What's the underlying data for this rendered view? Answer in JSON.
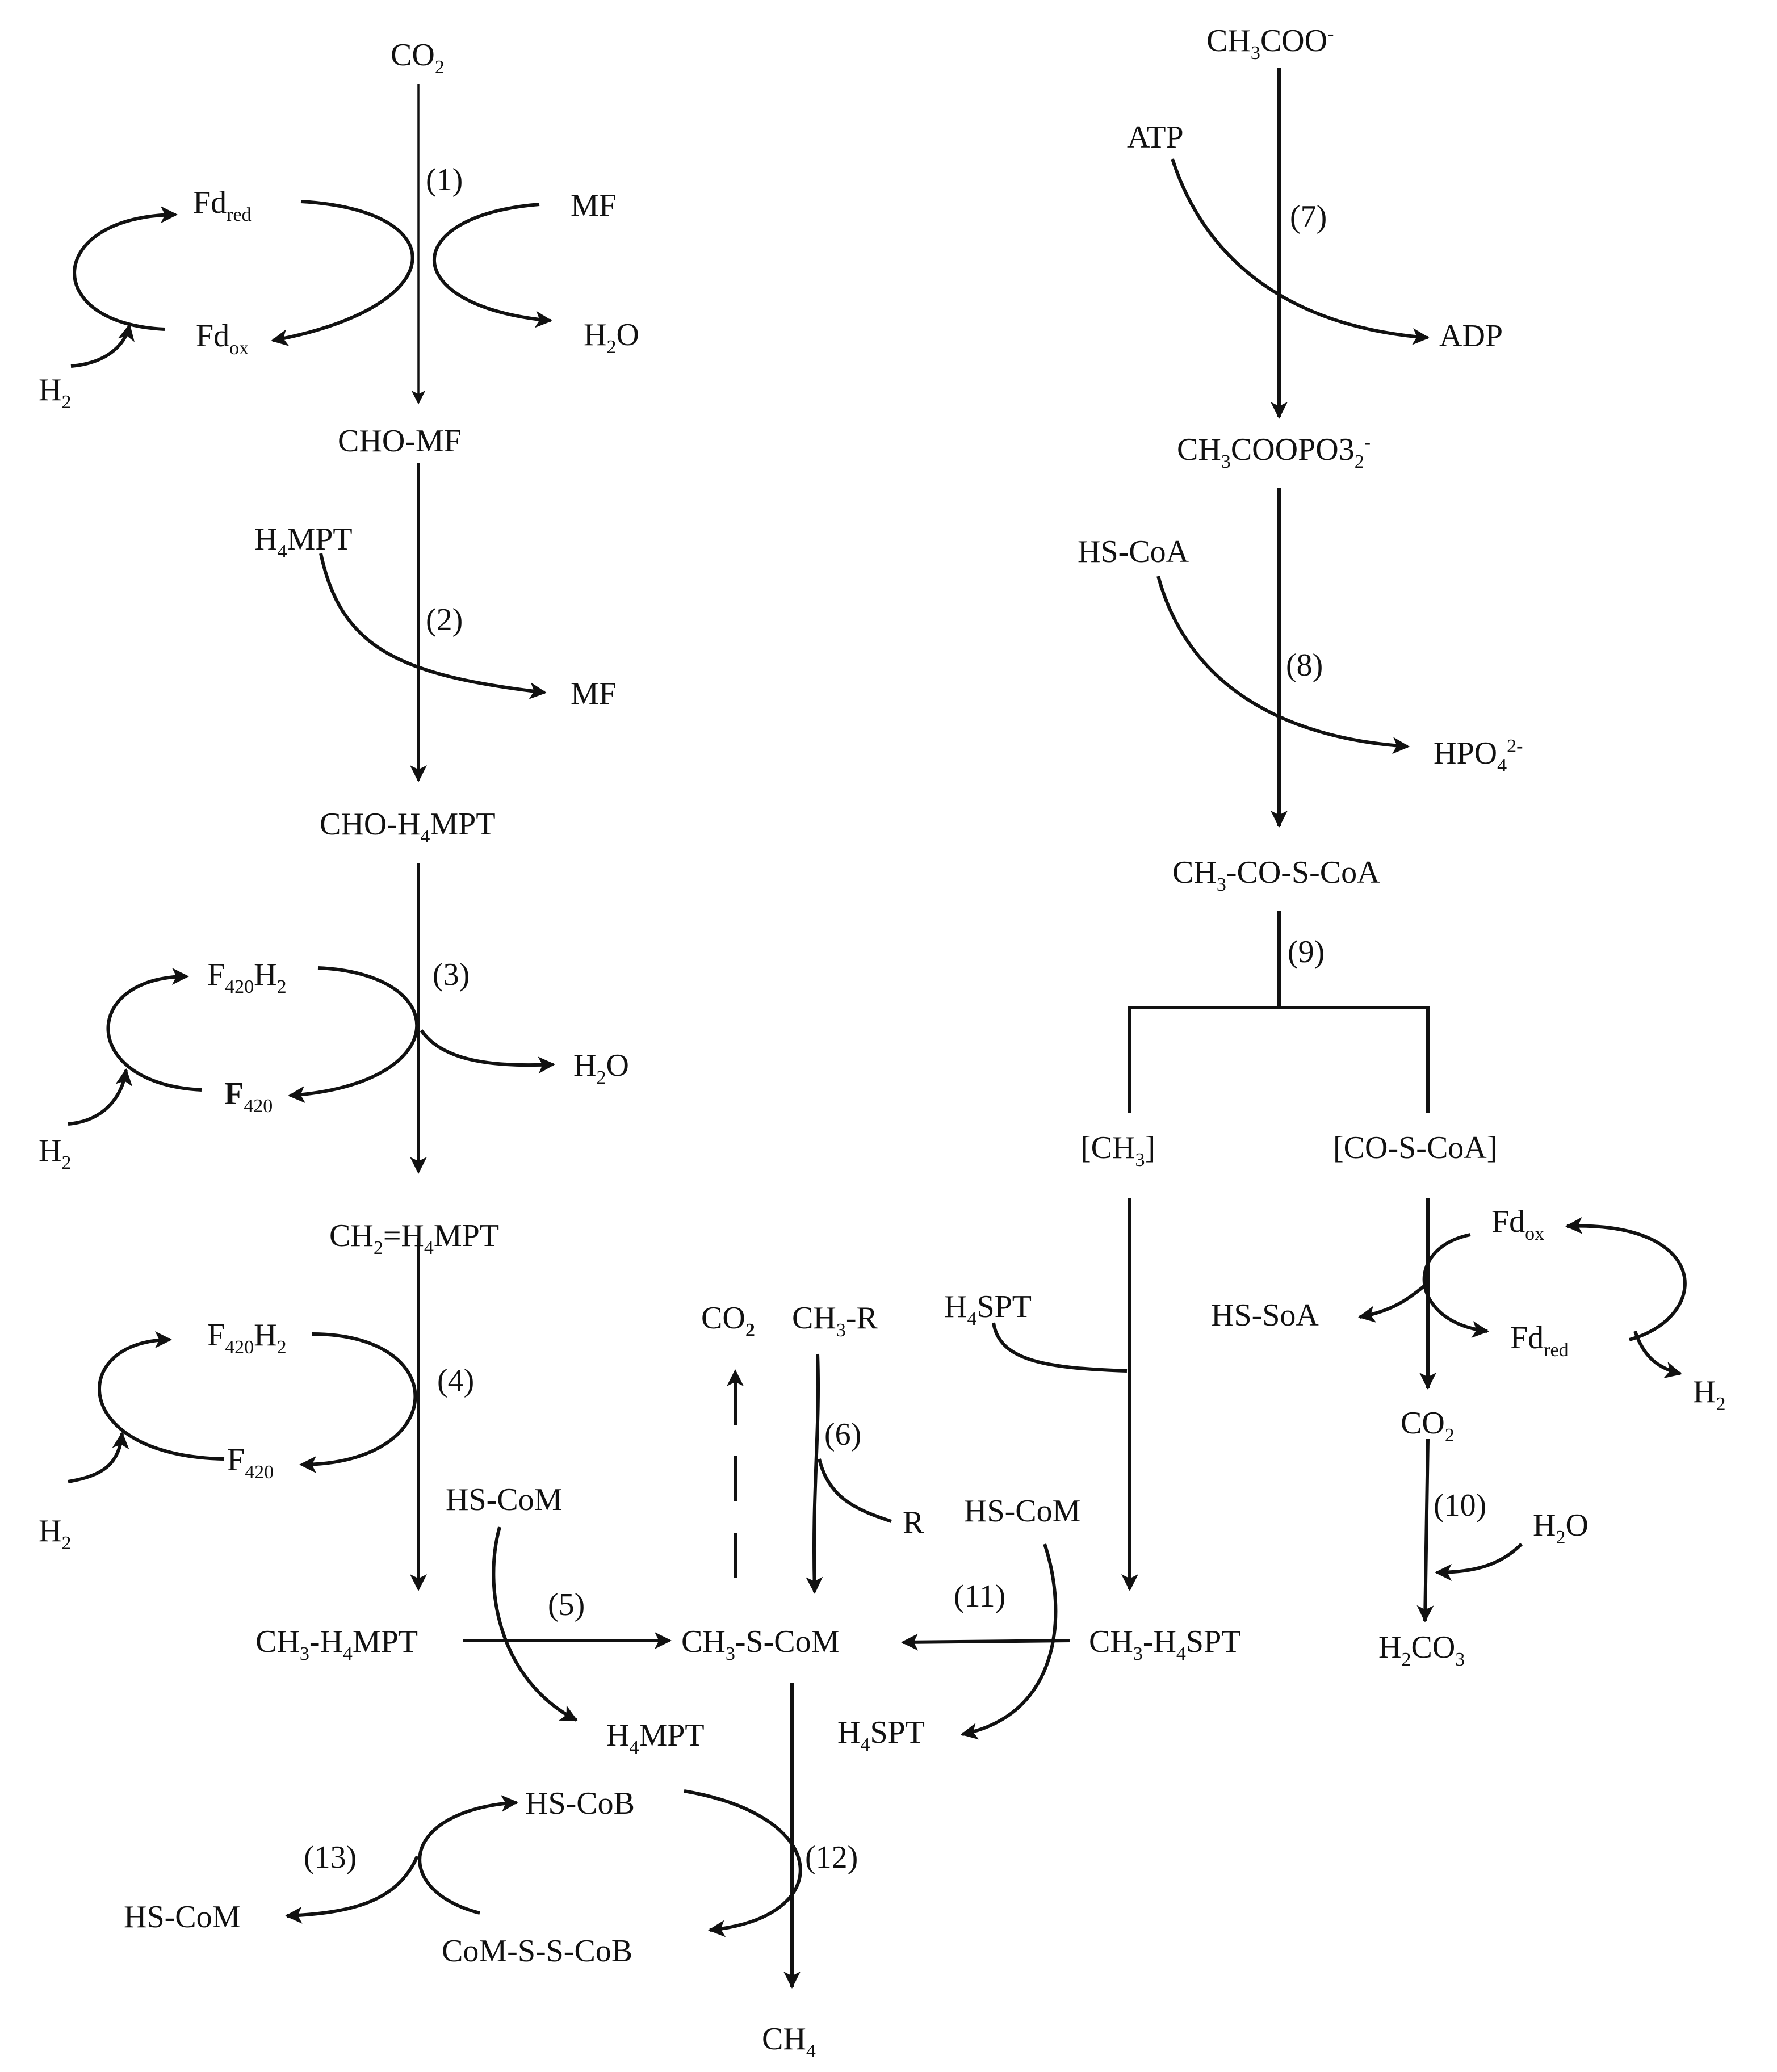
{
  "colors": {
    "ink": "#111111",
    "background": "#ffffff"
  },
  "hydrogenotrophic": {
    "co2_top": "CO2",
    "step1": "(1)",
    "fd_red_1": "Fdred",
    "fd_ox_1": "Fdox",
    "mf_in": "MF",
    "h2o_1": "H2O",
    "h2_1": "H2",
    "cho_mf": "CHO-MF",
    "h4mpt_in": "H4MPT",
    "step2": "(2)",
    "mf_out": "MF",
    "cho_h4mpt": "CHO-H4MPT",
    "f420h2_3": "F420H2",
    "step3": "(3)",
    "h2o_3": "H2O",
    "f420_3": "F420",
    "h2_3": "H2",
    "ch2_h4mpt": "CH2=H4MPT",
    "f420h2_4": "F420H2",
    "step4": "(4)",
    "f420_4": "F420",
    "h2_4": "H2",
    "hs_com_5": "HS-CoM",
    "ch3_h4mpt": "CH3-H4MPT",
    "step5": "(5)",
    "h4mpt_out": "H4MPT"
  },
  "methylotrophic": {
    "co2_6": "CO2",
    "ch3_r": "CH3-R",
    "step6": "(6)",
    "r_out": "R",
    "ch3_s_com": "CH3-S-CoM",
    "hs_cob": "HS-CoB",
    "step13": "(13)",
    "hs_com_13": "HS-CoM",
    "com_s_s_cob": "CoM-S-S-CoB",
    "step12": "(12)",
    "ch4": "CH4"
  },
  "acetoclastic": {
    "acetate": "CH3COO-",
    "atp": "ATP",
    "step7": "(7)",
    "adp": "ADP",
    "acetyl_phosphate": "CH3COOPO32-",
    "hs_coa": "HS-CoA",
    "step8": "(8)",
    "hpo4": "HPO42-",
    "acetyl_coa": "CH3-CO-S-CoA",
    "step9": "(9)",
    "ch3_group": "[CH3]",
    "co_s_coa": "[CO-S-CoA]",
    "h4spt_in": "H4SPT",
    "hs_com_11": "HS-CoM",
    "step11": "(11)",
    "ch3_h4spt": "CH3-H4SPT",
    "h4spt_out": "H4SPT",
    "fd_ox_10": "Fdox",
    "hs_soa": "HS-SoA",
    "fd_red_10": "Fdred",
    "h2_10": "H2",
    "co2_10": "CO2",
    "step10": "(10)",
    "h2o_10": "H2O",
    "h2co3": "H2CO3"
  }
}
